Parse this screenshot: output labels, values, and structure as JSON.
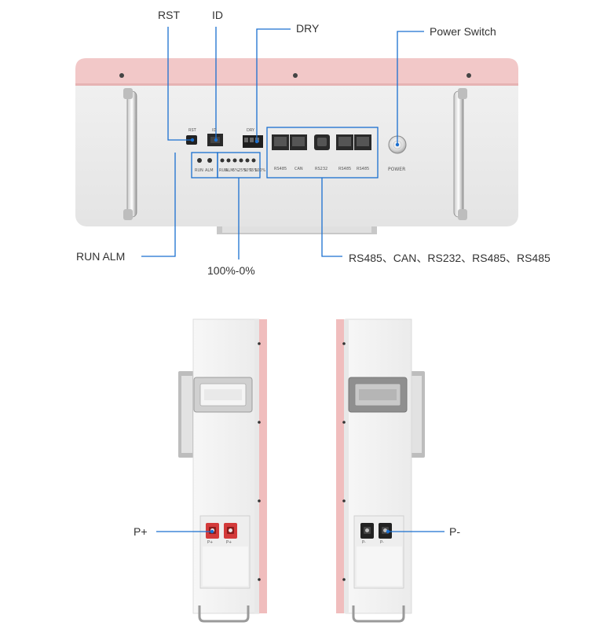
{
  "callouts": {
    "rst": "RST",
    "id": "ID",
    "dry": "DRY",
    "power_switch": "Power Switch",
    "run_alm": "RUN  ALM",
    "soc": "100%-0%",
    "ports": "RS485、CAN、RS232、RS485、RS485",
    "p_plus": "P+",
    "p_minus": "P-"
  },
  "panel_labels": {
    "rst": "RST",
    "id": "ID",
    "dry": "DRY",
    "run": "RUN",
    "alm": "ALM",
    "soc_leds": [
      "RUN",
      "ALM",
      "5%",
      "25%",
      "50%",
      "75%",
      "100%"
    ],
    "ports": [
      "RS485",
      "CAN",
      "RS232",
      "RS485",
      "RS485"
    ],
    "power": "POWER",
    "terminal_plus": "P+",
    "terminal_minus": "P-"
  },
  "colors": {
    "accent_line": "#1a6fd0",
    "pink_trim": "#f2c8c8",
    "body": "#f5f5f5",
    "terminal_red": "#d33a3a",
    "terminal_black": "#222222"
  }
}
